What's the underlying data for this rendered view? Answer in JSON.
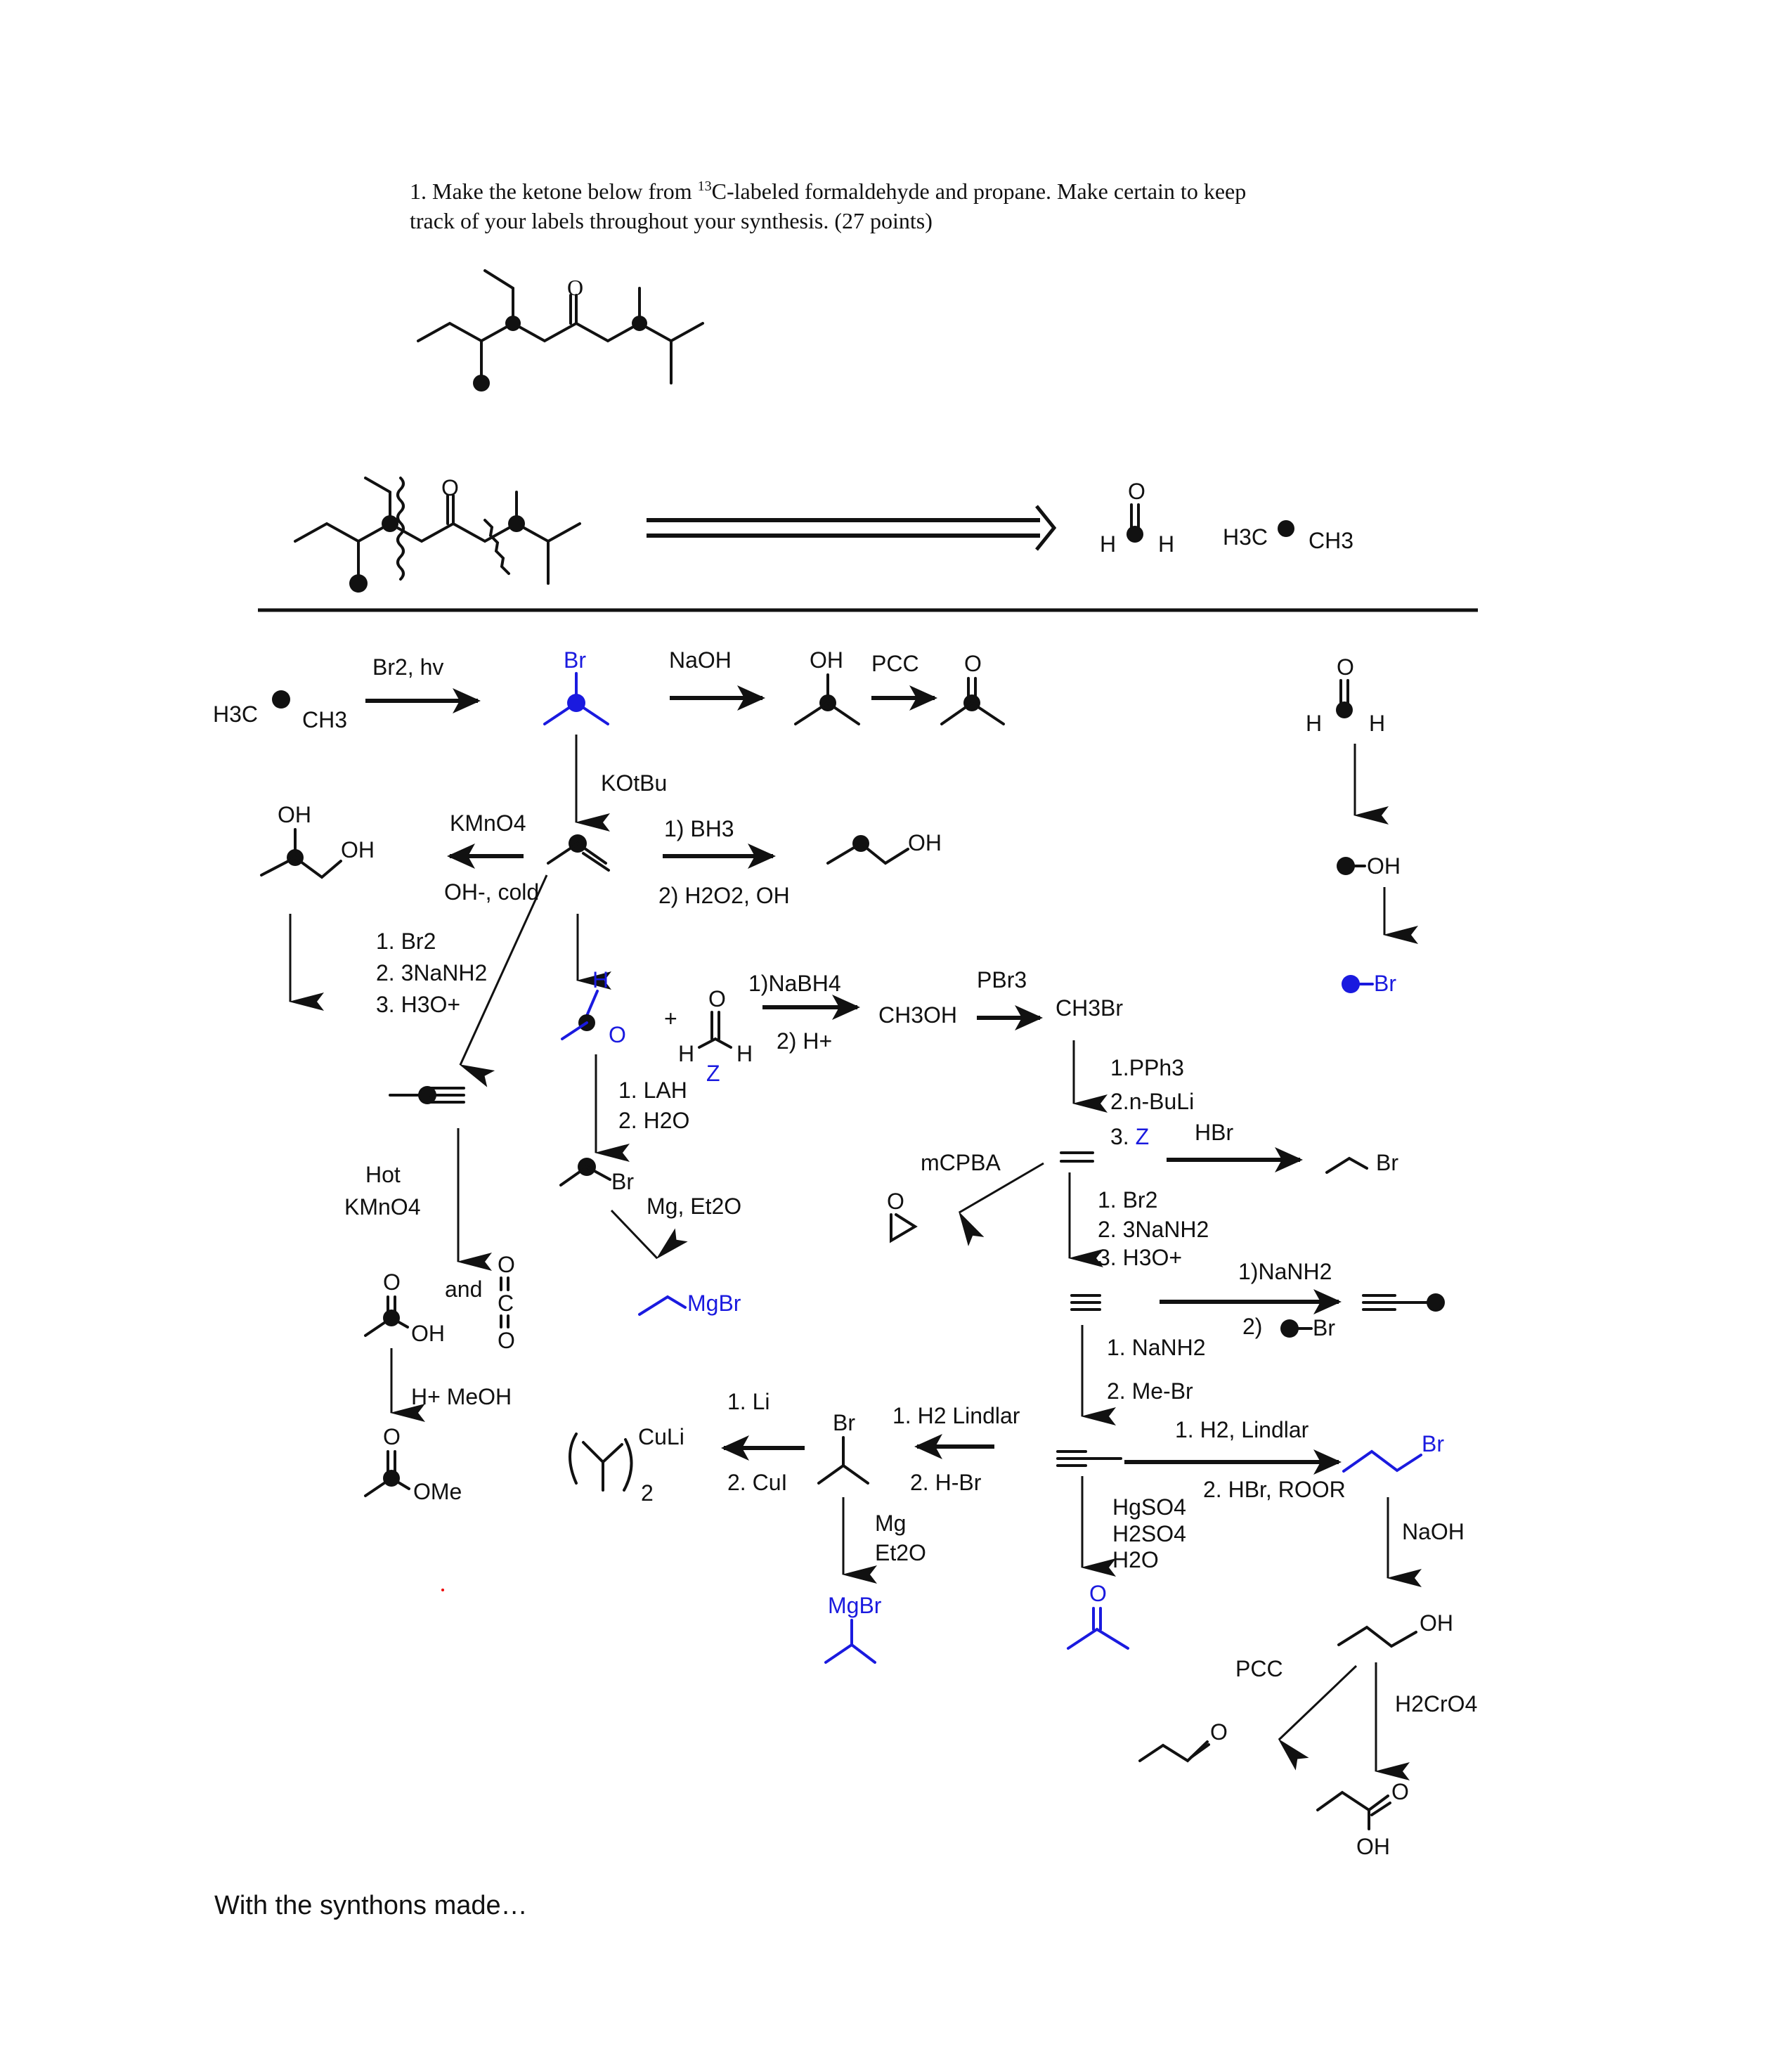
{
  "question": {
    "line1_prefix": "1.  Make the ketone below from ",
    "superscript": "13",
    "line1_suffix": "C-labeled formaldehyde and propane.  Make certain to keep",
    "line2": "track of your labels throughout your synthesis.  (27 points)"
  },
  "retrosynthesis": {
    "target_o": "O",
    "formaldehyde": {
      "o": "O",
      "h_left": "H",
      "h_right": "H"
    },
    "propane": {
      "left": "H3C",
      "right": "CH3"
    }
  },
  "synthesis": {
    "propane": {
      "left": "H3C",
      "right": "CH3"
    },
    "step_br2": "Br2, hv",
    "isopropyl_bromide_br": "Br",
    "naoh": "NaOH",
    "oh_label": "OH",
    "pcc": "PCC",
    "acetone_o": "O",
    "formaldehyde": {
      "o": "O",
      "h_left": "H",
      "h_right": "H"
    },
    "methanol_label": "OH",
    "methyl_bromide_label": "Br",
    "kotbu": "KOtBu",
    "kmno4": "KMnO4",
    "kmno4_cond": "OH-, cold",
    "diol": {
      "oh1": "OH",
      "oh2": "OH"
    },
    "hydroboration": {
      "step1": "1) BH3",
      "step2": "2) H2O2, OH"
    },
    "isobutanol_oh": "OH",
    "alkyne_steps": [
      "1. Br2",
      "2. 3NaNH2",
      "3. H3O+"
    ],
    "ozonolysis_product": {
      "h": "H",
      "o": "O"
    },
    "plus": "+",
    "formaldehyde2": {
      "o": "O",
      "h_left": "H",
      "h_right": "H",
      "tag": "Z"
    },
    "nabh4": {
      "step1": "1)NaBH4",
      "step2": "2) H+"
    },
    "ch3oh": "CH3OH",
    "pbr3": "PBr3",
    "ch3br": "CH3Br",
    "lah": {
      "step1": "1. LAH",
      "step2": "2. H2O"
    },
    "wittig": {
      "step1": "1.PPh3",
      "step2": "2.n-BuLi",
      "step3_prefix": "3. ",
      "step3_tag": "Z"
    },
    "hbr": "HBr",
    "ethyl_br_label": "Br",
    "mcpba": "mCPBA",
    "epoxide_o": "O",
    "hot_kmno4": {
      "line1": "Hot",
      "line2": "KMnO4"
    },
    "acid_o": "O",
    "acid_oh": "OH",
    "and": "and",
    "co2": {
      "o1": "O",
      "c": "C",
      "o2": "O"
    },
    "isobutyl_br_label": "Br",
    "grignard": "Mg, Et2O",
    "mgbr_label": "MgBr",
    "alkyne2_steps": [
      "1. Br2",
      "2. 3NaNH2",
      "3. H3O+"
    ],
    "alkylation": {
      "step1": "1)NaNH2",
      "step2_prefix": "2)",
      "step2_br": "Br"
    },
    "methylation": {
      "step1": "1. NaNH2",
      "step2": "2. Me-Br"
    },
    "ester": {
      "reagent": "H+ MeOH",
      "o": "O",
      "ome": "OMe"
    },
    "cuprate": {
      "label": "CuLi",
      "sub": "2",
      "step1": "1. Li",
      "step2": "2. CuI"
    },
    "sec_br_label": "Br",
    "lindlar_hbr": {
      "step1": "1. H2 Lindlar",
      "step2": "2. H-Br"
    },
    "mg_et2o": {
      "line1": "Mg",
      "line2": "Et2O"
    },
    "iso_mgbr": "MgBr",
    "hydration": [
      "HgSO4",
      "H2SO4",
      "H2O"
    ],
    "acetone_blue_o": "O",
    "anti_markov": {
      "step1": "1. H2, Lindlar",
      "step2": "2. HBr, ROOR"
    },
    "propyl_br": "Br",
    "naoh2": "NaOH",
    "propanol_oh": "OH",
    "pcc2": "PCC",
    "h2cro4": "H2CrO4",
    "propanal_o": "O",
    "propanoic": {
      "o": "O",
      "oh": "OH"
    }
  },
  "footer": "With the synthons made…",
  "colors": {
    "label_blue": "#1a1adf",
    "ink": "#111111"
  }
}
